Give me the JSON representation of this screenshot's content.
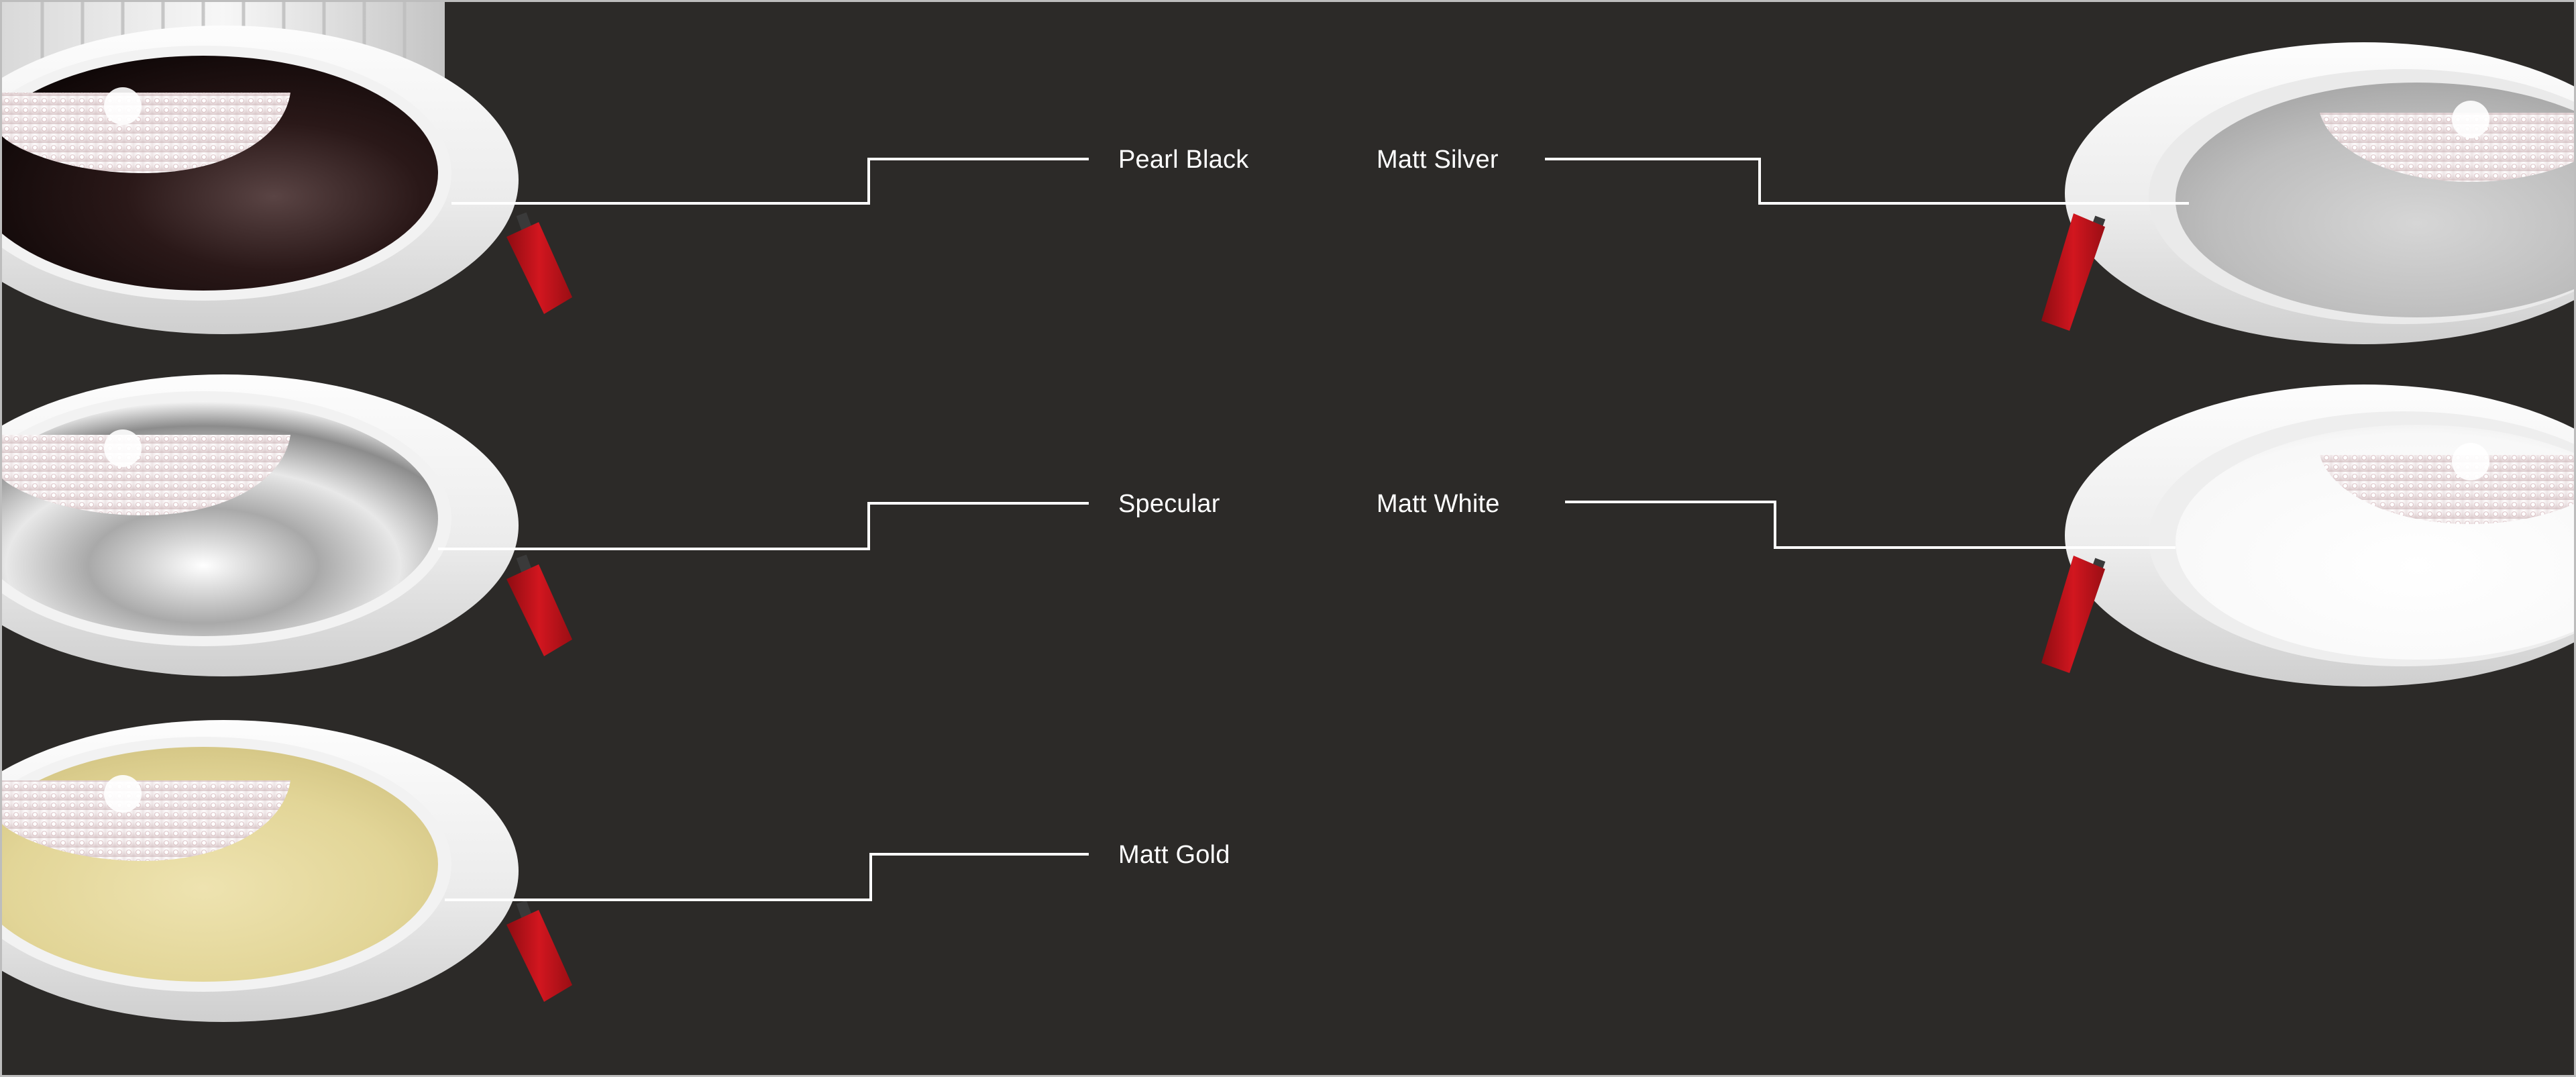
{
  "finishes": {
    "pearl_black": "Pearl Black",
    "specular": "Specular",
    "matt_gold": "Matt Gold",
    "matt_silver": "Matt Silver",
    "matt_white": "Matt White"
  },
  "colors": {
    "background": "#2c2a28",
    "trim": "#f0f0f0",
    "leader_line": "#ffffff",
    "spring_clip": "#c8141c",
    "pearl_black": "#1b1010",
    "specular": "#d8d8d8",
    "matt_gold": "#e3d79a",
    "matt_silver": "#bdbdbd",
    "matt_white": "#ffffff"
  },
  "icons": [
    "led-lens-icon",
    "spring-clip-icon"
  ]
}
